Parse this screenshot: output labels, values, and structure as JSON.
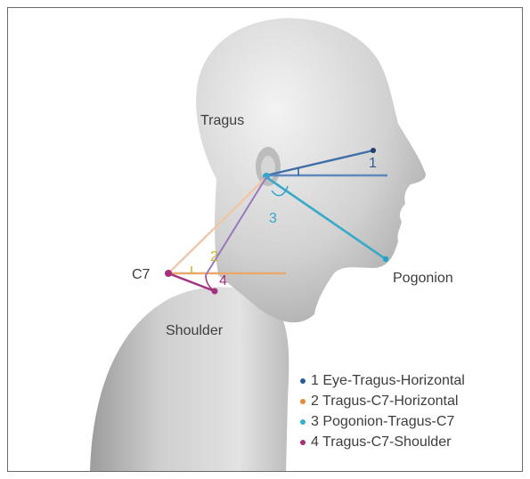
{
  "labels": {
    "tragus": "Tragus",
    "c7": "C7",
    "pogonion": "Pogonion",
    "shoulder": "Shoulder"
  },
  "angles": [
    {
      "number": "1",
      "color": "#2a5b93"
    },
    {
      "number": "2",
      "color": "#c7b533"
    },
    {
      "number": "3",
      "color": "#33a5cd"
    },
    {
      "number": "4",
      "color": "#a4307f"
    }
  ],
  "legend": [
    {
      "text": "1 Eye-Tragus-Horizontal",
      "color": "#2a5b93"
    },
    {
      "text": "2 Tragus-C7-Horizontal",
      "color": "#e58a3b"
    },
    {
      "text": "3 Pogonion-Tragus-C7",
      "color": "#33b2cf"
    },
    {
      "text": "4 Tragus-C7-Shoulder",
      "color": "#a4307f"
    }
  ]
}
